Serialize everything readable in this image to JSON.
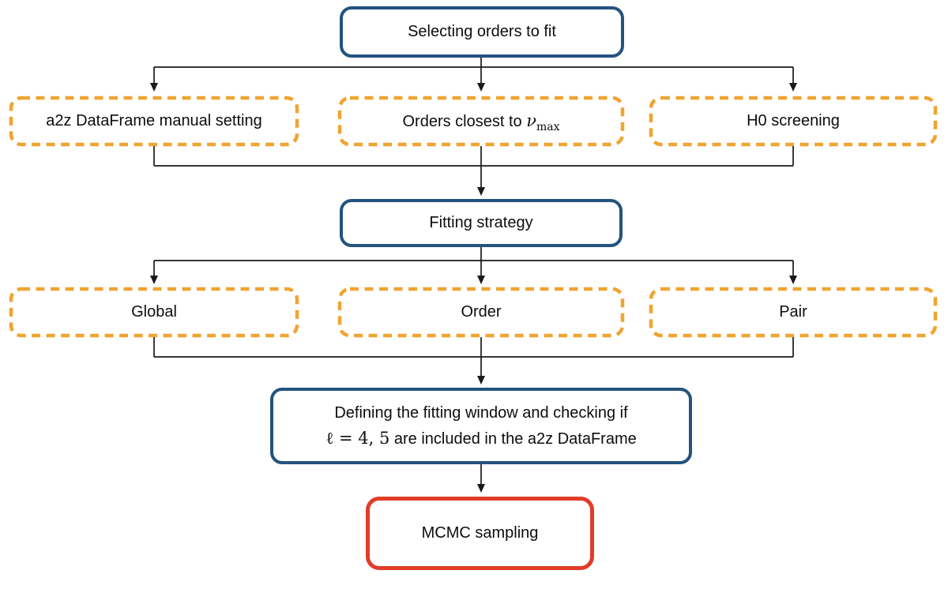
{
  "colors": {
    "blue": "#24527e",
    "orange": "#f0a431",
    "red": "#e13c28",
    "line": "#1a1a1a",
    "background": "#ffffff"
  },
  "flowchart": {
    "top": {
      "label": "Selecting orders to fit"
    },
    "selection_options": [
      {
        "label": "a2z DataFrame manual setting"
      },
      {
        "prefix": "Orders closest to ",
        "symbol": "ν",
        "subscript": "max"
      },
      {
        "label": "H0 screening"
      }
    ],
    "strategy": {
      "label": "Fitting strategy"
    },
    "strategy_options": [
      {
        "label": "Global"
      },
      {
        "label": "Order"
      },
      {
        "label": "Pair"
      }
    ],
    "window_check": {
      "line1": "Defining the fitting window and checking if",
      "math": "ℓ = 4, 5",
      "line2_rest": " are included in the a2z DataFrame"
    },
    "mcmc": {
      "label": "MCMC sampling"
    }
  }
}
